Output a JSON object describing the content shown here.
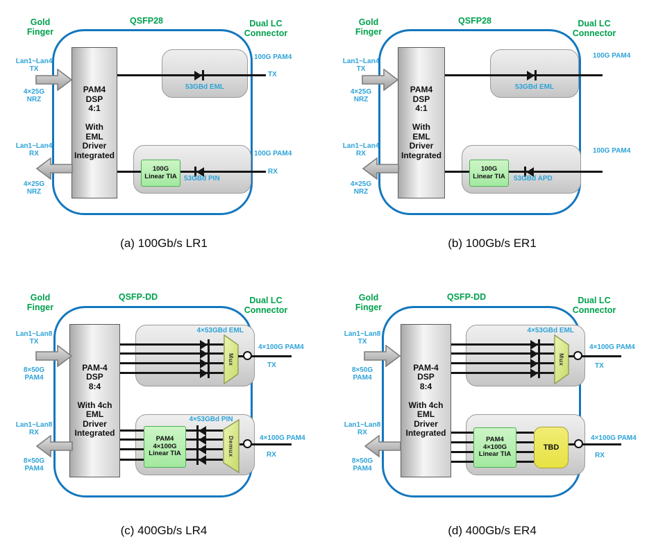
{
  "colors": {
    "header_green": "#00A14D",
    "signal_cyan": "#2EA3D8",
    "module_border_blue": "#1377BE",
    "tia_green": "#A3E9A0",
    "mux_yellow_green": "#D9E87E",
    "tbd_yellow": "#EDE74E",
    "box_gray": "#DCDCDC"
  },
  "panels": {
    "a": {
      "gold": "Gold\nFinger",
      "module": "QSFP28",
      "connector": "Dual LC\nConnector",
      "left": {
        "tx_lane": "Lan1~Lan4\nTX",
        "tx_rate": "4×25G\nNRZ",
        "rx_lane": "Lan1~Lan4\nRX",
        "rx_rate": "4×25G\nNRZ"
      },
      "dsp": "PAM4\nDSP\n4:1\n\nWith\nEML\nDriver\nIntegrated",
      "tx_device": "53GBd EML",
      "rx_device": "53GBd PIN",
      "tia": "100G\nLinear TIA",
      "right": {
        "tx_signal": "100G PAM4",
        "tx_dir": "TX",
        "rx_signal": "100G PAM4",
        "rx_dir": "RX"
      },
      "caption": "(a) 100Gb/s LR1"
    },
    "b": {
      "gold": "Gold\nFinger",
      "module": "QSFP28",
      "connector": "Dual LC\nConnector",
      "left": {
        "tx_lane": "Lan1~Lan4\nTX",
        "tx_rate": "4×25G\nNRZ",
        "rx_lane": "Lan1~Lan4\nRX",
        "rx_rate": "4×25G\nNRZ"
      },
      "dsp": "PAM4\nDSP\n4:1\n\nWith\nEML\nDriver\nIntegrated",
      "tx_device": "53GBd EML",
      "rx_device": "53GBd APD",
      "tia": "100G\nLinear TIA",
      "right": {
        "tx_signal": "100G PAM4",
        "rx_signal": "100G PAM4"
      },
      "caption": "(b) 100Gb/s ER1"
    },
    "c": {
      "gold": "Gold\nFinger",
      "module": "QSFP-DD",
      "connector": "Dual LC\nConnector",
      "left": {
        "tx_lane": "Lan1~Lan8\nTX",
        "tx_rate": "8×50G\nPAM4",
        "rx_lane": "Lan1~Lan8\nRX",
        "rx_rate": "8×50G\nPAM4"
      },
      "dsp": "PAM-4\nDSP\n8:4\n\nWith 4ch\nEML\nDriver\nIntegrated",
      "tx_device": "4×53GBd EML",
      "mux": "Mux",
      "rx_device": "4×53GBd PIN",
      "demux": "Demux",
      "tia": "PAM4\n4×100G\nLinear TIA",
      "right": {
        "tx_signal": "4×100G PAM4",
        "tx_dir": "TX",
        "rx_signal": "4×100G PAM4",
        "rx_dir": "RX"
      },
      "caption": "(c) 400Gb/s LR4"
    },
    "d": {
      "gold": "Gold\nFinger",
      "module": "QSFP-DD",
      "connector": "Dual LC\nConnector",
      "left": {
        "tx_lane": "Lan1~Lan8\nTX",
        "tx_rate": "8×50G\nPAM4",
        "rx_lane": "Lan1~Lan8\nRX",
        "rx_rate": "8×50G\nPAM4"
      },
      "dsp": "PAM-4\nDSP\n8:4\n\nWith 4ch\nEML\nDriver\nIntegrated",
      "tx_device": "4×53GBd EML",
      "mux": "Mux",
      "tbd": "TBD",
      "tia": "PAM4\n4×100G\nLinear TIA",
      "right": {
        "tx_signal": "4×100G PAM4",
        "tx_dir": "TX",
        "rx_signal": "4×100G PAM4",
        "rx_dir": "RX"
      },
      "caption": "(d) 400Gb/s ER4"
    }
  }
}
